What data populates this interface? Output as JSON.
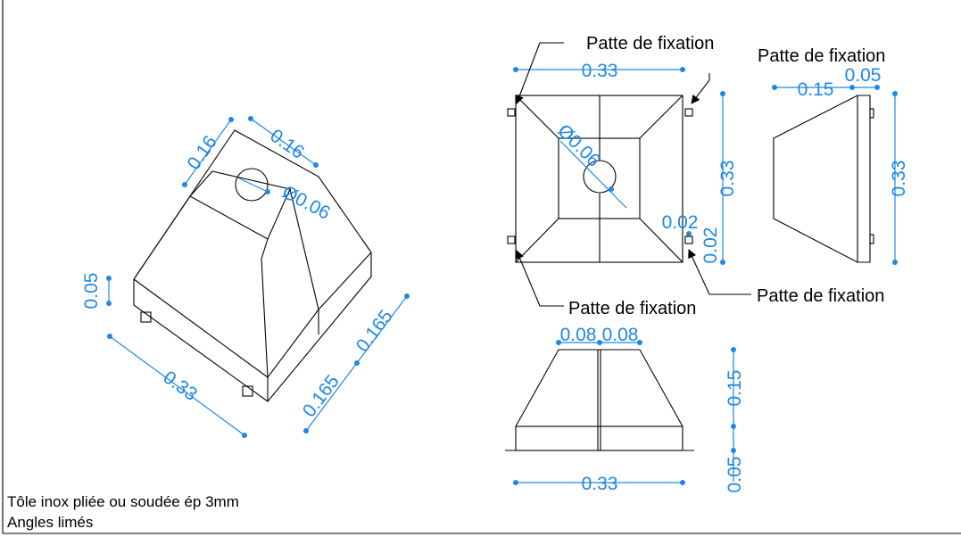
{
  "colors": {
    "dimension": "#1e88e5",
    "line": "#000000",
    "background": "#ffffff"
  },
  "labels": {
    "patte": "Patte de fixation"
  },
  "dims": {
    "iso_top_left": "0.16",
    "iso_top_right": "0.16",
    "iso_hole": "Ø0.06",
    "iso_height": "0.05",
    "iso_bottom": "0.33",
    "iso_right_a": "0.165",
    "iso_right_b": "0.165",
    "top_width": "0.33",
    "top_hole": "Ø0.06",
    "top_height": "0.33",
    "top_tab_a": "0.02",
    "top_tab_b": "0.02",
    "side_a": "0.15",
    "side_b": "0.05",
    "side_height": "0.33",
    "front_a": "0.08",
    "front_b": "0.08",
    "front_h1": "0.15",
    "front_h2": "0.05",
    "front_width": "0.33"
  },
  "notes": {
    "line1": "Tôle inox pliée ou soudée ép 3mm",
    "line2": "Angles limés"
  }
}
